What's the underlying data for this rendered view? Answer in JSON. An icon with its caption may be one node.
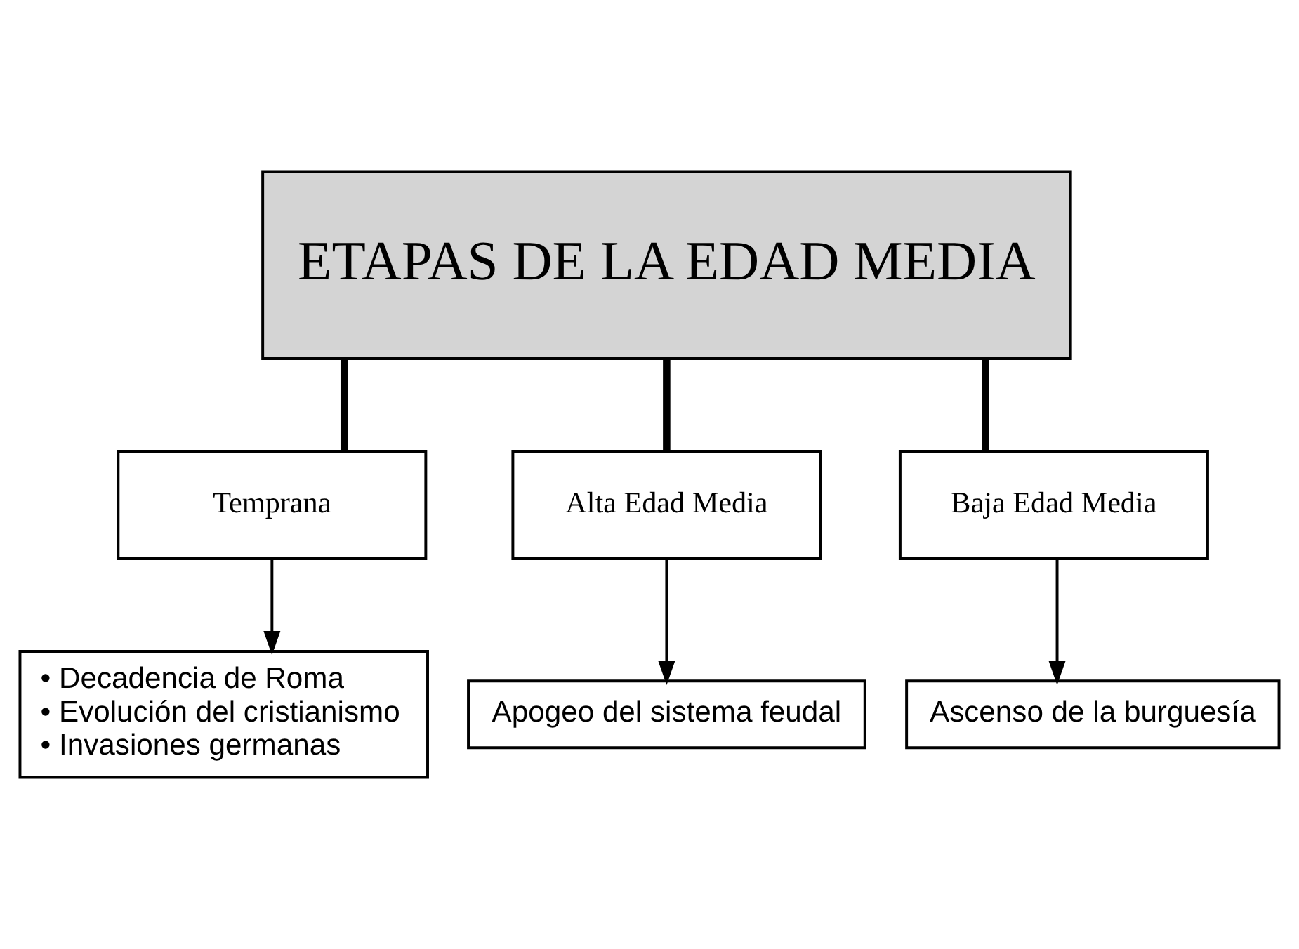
{
  "diagram": {
    "nodes": [
      {
        "text": [
          "ETAPAS DE LA EDAD MEDIA"
        ]
      },
      {
        "text": [
          "Temprana"
        ]
      },
      {
        "text": [
          "Alta Edad Media"
        ]
      },
      {
        "text": [
          "Baja Edad Media"
        ]
      },
      {
        "text": [
          "• Decadencia de Roma",
          "• Evolución del cristianismo",
          "• Invasiones germanas"
        ]
      },
      {
        "text": [
          "Apogeo del sistema feudal"
        ]
      },
      {
        "text": [
          "Ascenso de la burguesía"
        ]
      }
    ],
    "edges": [
      {
        "from": 0,
        "to": 1,
        "arrow": "none",
        "style": "thick"
      },
      {
        "from": 0,
        "to": 2,
        "arrow": "none",
        "style": "thick"
      },
      {
        "from": 0,
        "to": 3,
        "arrow": "none",
        "style": "thick"
      },
      {
        "from": 1,
        "to": 4,
        "arrow": "to"
      },
      {
        "from": 2,
        "to": 5,
        "arrow": "to"
      },
      {
        "from": 3,
        "to": 6,
        "arrow": "to"
      }
    ]
  }
}
